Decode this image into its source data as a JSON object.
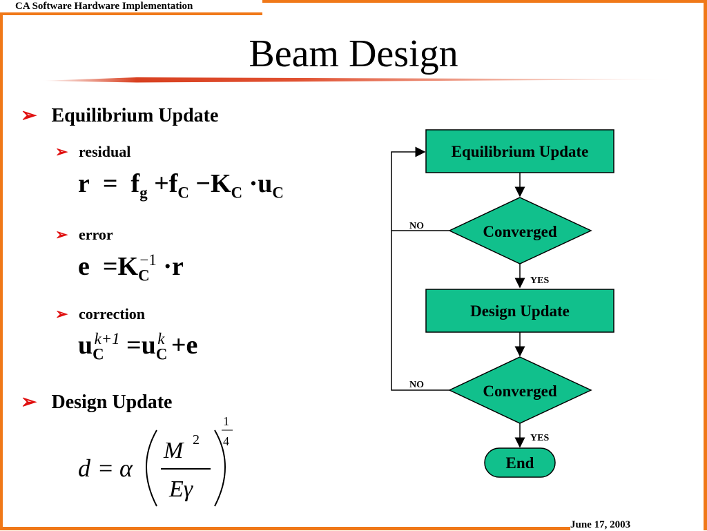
{
  "header": {
    "label": "CA Software Hardware Implementation"
  },
  "slide": {
    "title": "Beam Design",
    "date": "June 17, 2003"
  },
  "bullets": {
    "equilibrium": "Equilibrium Update",
    "residual": "residual",
    "error": "error",
    "correction": "correction",
    "design": "Design Update"
  },
  "equations": {
    "residual": "r = fg + fC − KC · uC",
    "error": "e = KC−1 · r",
    "correction": "uCk+1 = uCk + e",
    "design": "d = α (M2 / Eγ)1/4"
  },
  "flowchart": {
    "box1": "Equilibrium Update",
    "decision1": "Converged",
    "box2": "Design Update",
    "decision2": "Converged",
    "end": "End",
    "no_label": "NO",
    "yes_label": "YES",
    "colors": {
      "fill": "#11c08c",
      "stroke": "#000000"
    }
  },
  "colors": {
    "frame": "#f07818",
    "bullet_arrow": "#e01010"
  }
}
